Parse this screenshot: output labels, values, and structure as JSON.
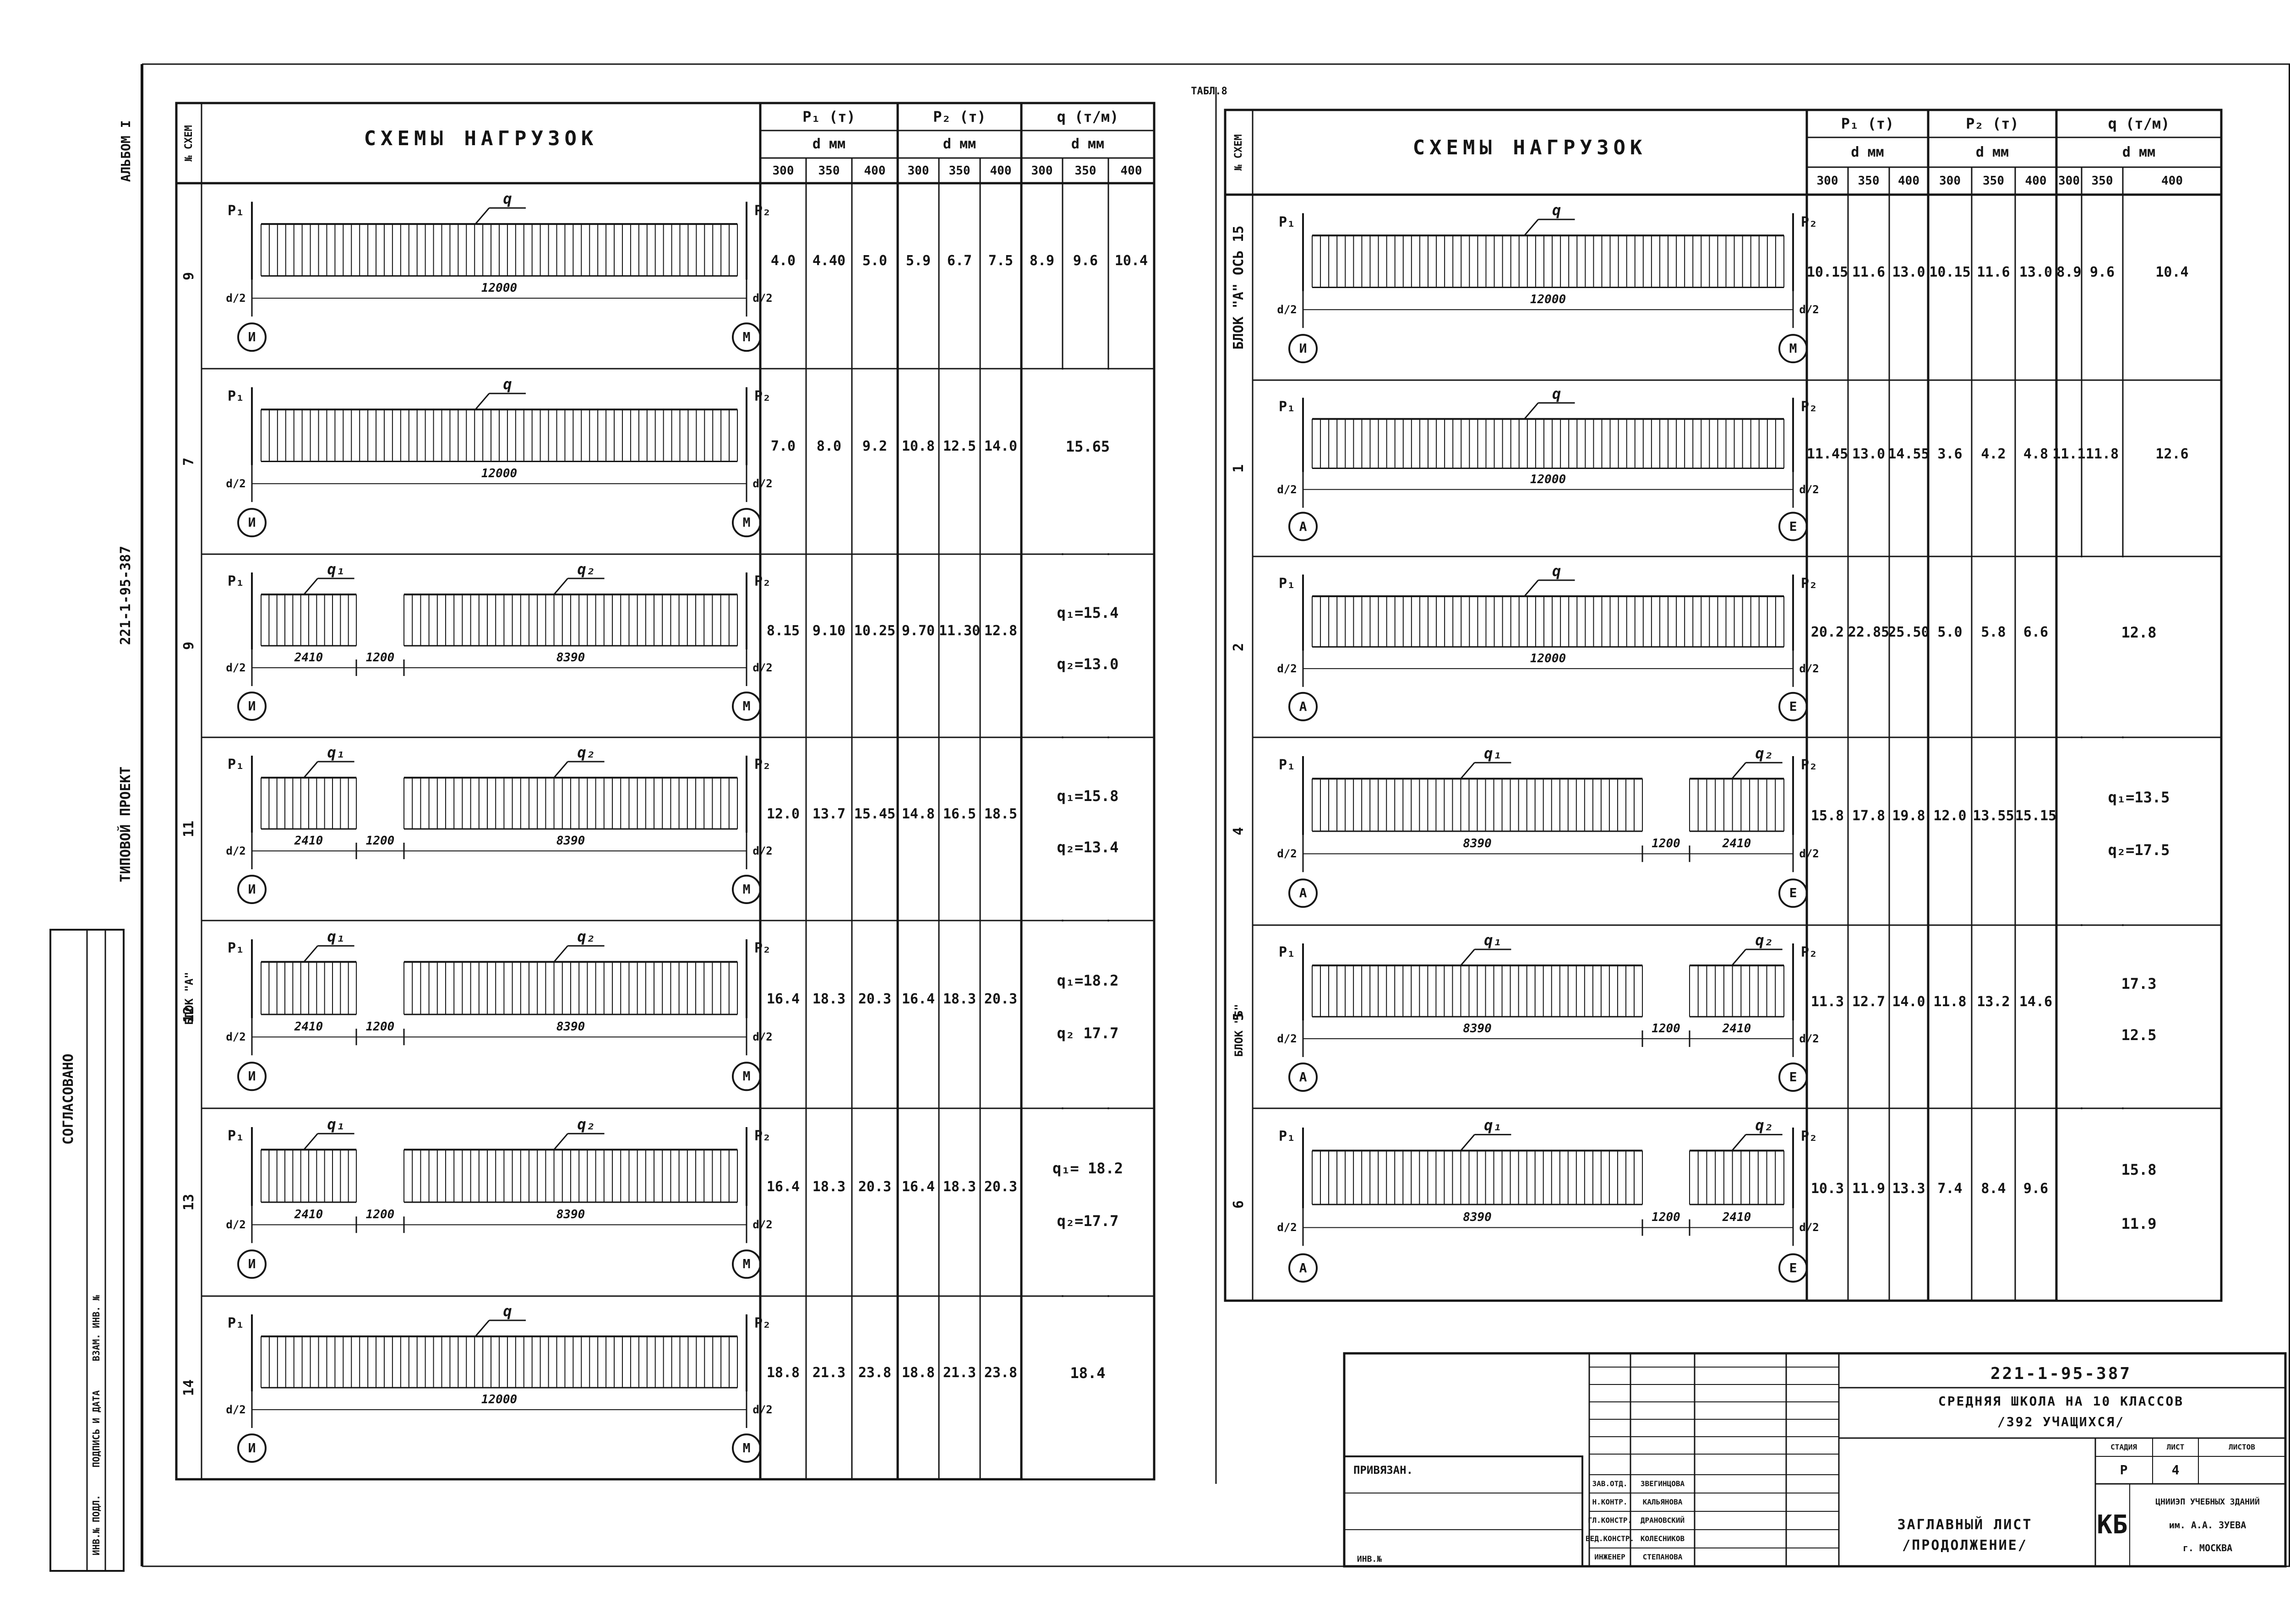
{
  "sheet": {
    "album": "АЛЬБОМ I",
    "project_label": "ТИПОВОЙ ПРОЕКТ",
    "project_code": "221-1-95-387",
    "table_tag": "ТАБЛ.8",
    "agreed": "СОГЛАСОВАНО",
    "side_fields": [
      "ИНВ.№ ПОДЛ.",
      "ПОДПИСЬ И ДАТА",
      "ВЗАМ. ИНВ. №"
    ]
  },
  "left_table": {
    "header": {
      "col_no": "№ СХЕМ",
      "schemes": "СХЕМЫ НАГРУЗОК",
      "p1": "P₁ (т)",
      "p2": "P₂ (т)",
      "q": "q (т/м)",
      "dmm": "d мм",
      "d_values": [
        "300",
        "350",
        "400"
      ]
    },
    "group_label": "БЛОК \"А\"",
    "rows": [
      {
        "no": "9",
        "scheme": {
          "type": "uniform",
          "span": "12000",
          "left_axis": "И",
          "right_axis": "М"
        },
        "p1": [
          "4.0",
          "4.40",
          "5.0"
        ],
        "p2": [
          "5.9",
          "6.7",
          "7.5"
        ],
        "q": [
          "8.9",
          "9.6",
          "10.4"
        ]
      },
      {
        "no": "7",
        "scheme": {
          "type": "uniform",
          "span": "12000",
          "left_axis": "И",
          "right_axis": "М"
        },
        "p1": [
          "7.0",
          "8.0",
          "9.2"
        ],
        "p2": [
          "10.8",
          "12.5",
          "14.0"
        ],
        "q_single": "15.65"
      },
      {
        "no": "9",
        "scheme": {
          "type": "split_left",
          "dims": [
            "2410",
            "1200",
            "8390"
          ],
          "left_axis": "И",
          "right_axis": "М"
        },
        "p1": [
          "8.15",
          "9.10",
          "10.25"
        ],
        "p2": [
          "9.70",
          "11.30",
          "12.8"
        ],
        "q1": "q₁=15.4",
        "q2": "q₂=13.0"
      },
      {
        "no": "11",
        "scheme": {
          "type": "split_left",
          "dims": [
            "2410",
            "1200",
            "8390"
          ],
          "left_axis": "И",
          "right_axis": "М"
        },
        "p1": [
          "12.0",
          "13.7",
          "15.45"
        ],
        "p2": [
          "14.8",
          "16.5",
          "18.5"
        ],
        "q1": "q₁=15.8",
        "q2": "q₂=13.4"
      },
      {
        "no": "12",
        "scheme": {
          "type": "split_left",
          "dims": [
            "2410",
            "1200",
            "8390"
          ],
          "left_axis": "И",
          "right_axis": "М"
        },
        "p1": [
          "16.4",
          "18.3",
          "20.3"
        ],
        "p2": [
          "16.4",
          "18.3",
          "20.3"
        ],
        "q1": "q₁=18.2",
        "q2": "q₂ 17.7"
      },
      {
        "no": "13",
        "scheme": {
          "type": "split_left",
          "dims": [
            "2410",
            "1200",
            "8390"
          ],
          "left_axis": "И",
          "right_axis": "М"
        },
        "p1": [
          "16.4",
          "18.3",
          "20.3"
        ],
        "p2": [
          "16.4",
          "18.3",
          "20.3"
        ],
        "q1": "q₁= 18.2",
        "q2": "q₂=17.7"
      },
      {
        "no": "14",
        "scheme": {
          "type": "uniform",
          "span": "12000",
          "left_axis": "И",
          "right_axis": "М"
        },
        "p1": [
          "18.8",
          "21.3",
          "23.8"
        ],
        "p2": [
          "18.8",
          "21.3",
          "23.8"
        ],
        "q_single": "18.4"
      }
    ]
  },
  "right_table": {
    "header": {
      "col_no": "№ СХЕМ",
      "schemes": "СХЕМЫ НАГРУЗОК",
      "p1": "P₁ (т)",
      "p2": "P₂ (т)",
      "q": "q (т/м)",
      "dmm": "d мм",
      "d_values": [
        "300",
        "350",
        "400"
      ]
    },
    "group_label": "БЛОК \"Б\"",
    "rows": [
      {
        "no": "БЛОК \"А\" ОСЬ 15",
        "scheme": {
          "type": "uniform",
          "span": "12000",
          "left_axis": "И",
          "right_axis": "М"
        },
        "p1": [
          "10.15",
          "11.6",
          "13.0"
        ],
        "p2": [
          "10.15",
          "11.6",
          "13.0"
        ],
        "q": [
          "8.9",
          "9.6",
          "10.4"
        ]
      },
      {
        "no": "1",
        "scheme": {
          "type": "uniform",
          "span": "12000",
          "left_axis": "А",
          "right_axis": "Е"
        },
        "p1": [
          "11.45",
          "13.0",
          "14.55"
        ],
        "p2": [
          "3.6",
          "4.2",
          "4.8"
        ],
        "q": [
          "11.1",
          "11.8",
          "12.6"
        ]
      },
      {
        "no": "2",
        "scheme": {
          "type": "uniform",
          "span": "12000",
          "left_axis": "А",
          "right_axis": "Е"
        },
        "p1": [
          "20.2",
          "22.85",
          "25.50"
        ],
        "p2": [
          "5.0",
          "5.8",
          "6.6"
        ],
        "q_single": "12.8"
      },
      {
        "no": "4",
        "scheme": {
          "type": "split_right",
          "dims": [
            "8390",
            "1200",
            "2410"
          ],
          "left_axis": "А",
          "right_axis": "Е"
        },
        "p1": [
          "15.8",
          "17.8",
          "19.8"
        ],
        "p2": [
          "12.0",
          "13.55",
          "15.15"
        ],
        "q1": "q₁=13.5",
        "q2": "q₂=17.5"
      },
      {
        "no": "5",
        "scheme": {
          "type": "split_right",
          "dims": [
            "8390",
            "1200",
            "2410"
          ],
          "left_axis": "А",
          "right_axis": "Е"
        },
        "p1": [
          "11.3",
          "12.7",
          "14.0"
        ],
        "p2": [
          "11.8",
          "13.2",
          "14.6"
        ],
        "q1": "17.3",
        "q2": "12.5"
      },
      {
        "no": "6",
        "scheme": {
          "type": "split_right",
          "dims": [
            "8390",
            "1200",
            "2410"
          ],
          "left_axis": "А",
          "right_axis": "Е"
        },
        "p1": [
          "10.3",
          "11.9",
          "13.3"
        ],
        "p2": [
          "7.4",
          "8.4",
          "9.6"
        ],
        "q1": "15.8",
        "q2": "11.9"
      }
    ]
  },
  "title_block": {
    "code": "221-1-95-387",
    "title_line1": "СРЕДНЯЯ ШКОЛА НА 10 КЛАССОВ",
    "title_line2": "/392 УЧАЩИХСЯ/",
    "binding": "ПРИВЯЗАН.",
    "stage_h": "СТАДИЯ",
    "sheet_h": "ЛИСТ",
    "sheets_h": "ЛИСТОВ",
    "stage": "Р",
    "sheet_no": "4",
    "sheet_name1": "ЗАГЛАВНЫЙ ЛИСТ",
    "sheet_name2": "/ПРОДОЛЖЕНИЕ/",
    "org_mark": "КБ",
    "org1": "ЦНИИЭП УЧЕБНЫХ ЗДАНИЙ",
    "org2": "им. А.А. ЗУЕВА",
    "org3": "г. МОСКВА",
    "roles": [
      "ЗАВ.ОТД.",
      "Н.КОНТР.",
      "ГЛ.КОНСТР.",
      "ВЕД.КОНСТР.",
      "ИНЖЕНЕР"
    ],
    "names": [
      "ЗВЕГИНЦОВА",
      "КАЛЬЯНОВА",
      "ДРАНОВСКИЙ",
      "КОЛЕСНИКОВ",
      "СТЕПАНОВА"
    ],
    "inv": "ИНВ.№"
  }
}
